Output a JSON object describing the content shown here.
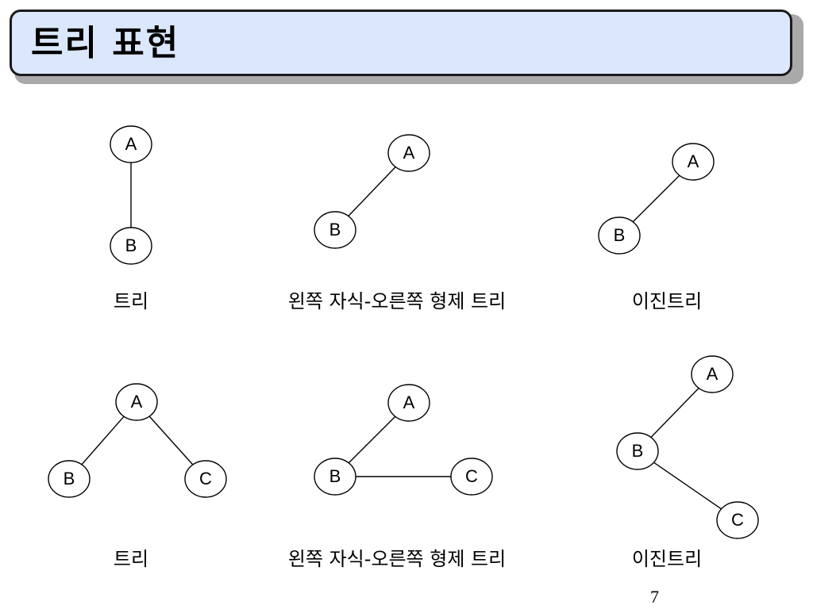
{
  "title": "트리 표현",
  "page_number": "7",
  "stroke_color": "#000000",
  "node_fill": "#ffffff",
  "title_fill": "#dbe7fb",
  "diagrams": [
    {
      "id": "d1",
      "caption": "트리",
      "nodes": [
        {
          "id": "A",
          "label": "A"
        },
        {
          "id": "B",
          "label": "B"
        }
      ],
      "edges": [
        [
          "A",
          "B"
        ]
      ]
    },
    {
      "id": "d2",
      "caption": "왼쪽 자식-오른쪽 형제 트리",
      "nodes": [
        {
          "id": "A",
          "label": "A"
        },
        {
          "id": "B",
          "label": "B"
        }
      ],
      "edges": [
        [
          "A",
          "B"
        ]
      ]
    },
    {
      "id": "d3",
      "caption": "이진트리",
      "nodes": [
        {
          "id": "A",
          "label": "A"
        },
        {
          "id": "B",
          "label": "B"
        }
      ],
      "edges": [
        [
          "A",
          "B"
        ]
      ]
    },
    {
      "id": "d4",
      "caption": "트리",
      "nodes": [
        {
          "id": "A",
          "label": "A"
        },
        {
          "id": "B",
          "label": "B"
        },
        {
          "id": "C",
          "label": "C"
        }
      ],
      "edges": [
        [
          "A",
          "B"
        ],
        [
          "A",
          "C"
        ]
      ]
    },
    {
      "id": "d5",
      "caption": "왼쪽 자식-오른쪽 형제 트리",
      "nodes": [
        {
          "id": "A",
          "label": "A"
        },
        {
          "id": "B",
          "label": "B"
        },
        {
          "id": "C",
          "label": "C"
        }
      ],
      "edges": [
        [
          "A",
          "B"
        ],
        [
          "B",
          "C"
        ]
      ]
    },
    {
      "id": "d6",
      "caption": "이진트리",
      "nodes": [
        {
          "id": "A",
          "label": "A"
        },
        {
          "id": "B",
          "label": "B"
        },
        {
          "id": "C",
          "label": "C"
        }
      ],
      "edges": [
        [
          "A",
          "B"
        ],
        [
          "B",
          "C"
        ]
      ]
    }
  ]
}
